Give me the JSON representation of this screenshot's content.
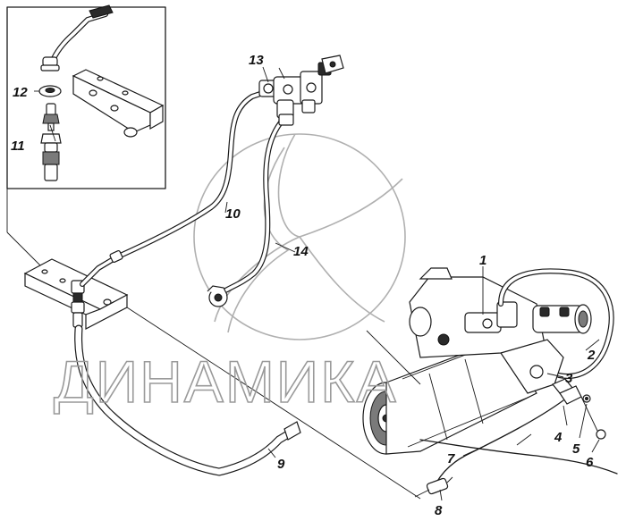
{
  "diagram": {
    "callouts": [
      "1",
      "2",
      "3",
      "4",
      "5",
      "6",
      "7",
      "8",
      "9",
      "10",
      "11",
      "12",
      "13",
      "14"
    ]
  },
  "watermark": {
    "text": "ДИНАМИКА"
  },
  "colors": {
    "ink": "#1a1a1a",
    "watermark": "#9a9a9a",
    "background": "#ffffff"
  }
}
